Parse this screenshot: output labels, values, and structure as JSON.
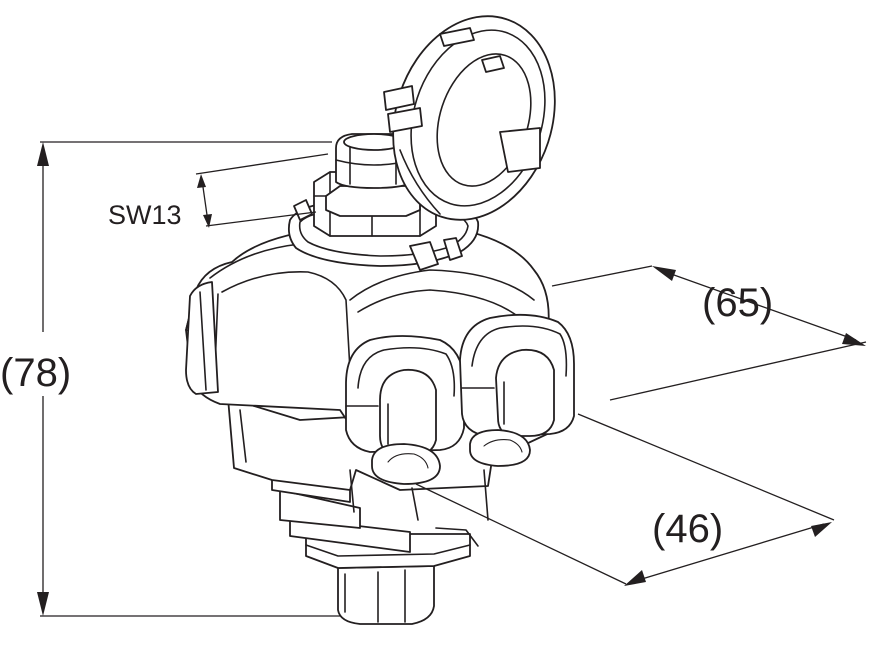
{
  "dimensions": {
    "height_label": "(78)",
    "width_label": "(65)",
    "depth_label": "(46)",
    "wrench_size_label": "SW13"
  },
  "colors": {
    "line": "#231f20",
    "fill": "#ffffff"
  }
}
